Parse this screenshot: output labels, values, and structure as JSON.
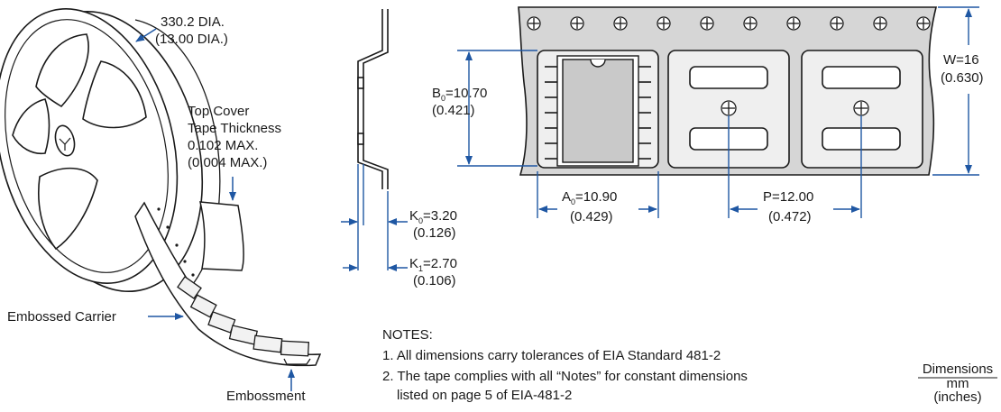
{
  "reel": {
    "diameter_mm": "330.2 DIA.",
    "diameter_in": "(13.00 DIA.)",
    "cover_tape_line1": "Top Cover",
    "cover_tape_line2": "Tape Thickness",
    "cover_tape_mm": "0.102 MAX.",
    "cover_tape_in": "(0.004 MAX.)",
    "embossed_carrier": "Embossed Carrier",
    "embossment": "Embossment"
  },
  "side_view": {
    "k0_letter": "K",
    "k0_sub": "0",
    "k0_value": "=3.20",
    "k0_in": "(0.126)",
    "k1_letter": "K",
    "k1_sub": "1",
    "k1_value": "=2.70",
    "k1_in": "(0.106)"
  },
  "tape_view": {
    "b0_letter": "B",
    "b0_sub": "0",
    "b0_value": "=10.70",
    "b0_in": "(0.421)",
    "a0_letter": "A",
    "a0_sub": "0",
    "a0_value": "=10.90",
    "a0_in": "(0.429)",
    "p_value": "P=12.00",
    "p_in": "(0.472)",
    "w_value": "W=16",
    "w_in": "(0.630)"
  },
  "notes": {
    "title": "NOTES:",
    "note1": "1. All dimensions carry tolerances of EIA Standard 481-2",
    "note2_line1": "2. The tape complies with all “Notes” for constant dimensions",
    "note2_line2": "listed on page 5 of EIA-481-2"
  },
  "legend": {
    "title": "Dimensions",
    "unit1": "mm",
    "unit2": "(inches)"
  },
  "colors": {
    "line": "#1a1a1a",
    "dimension": "#1f57a3",
    "tape_fill": "#d6d6d6",
    "pocket_fill": "#efefef",
    "chip_fill": "#c9c9c9"
  }
}
